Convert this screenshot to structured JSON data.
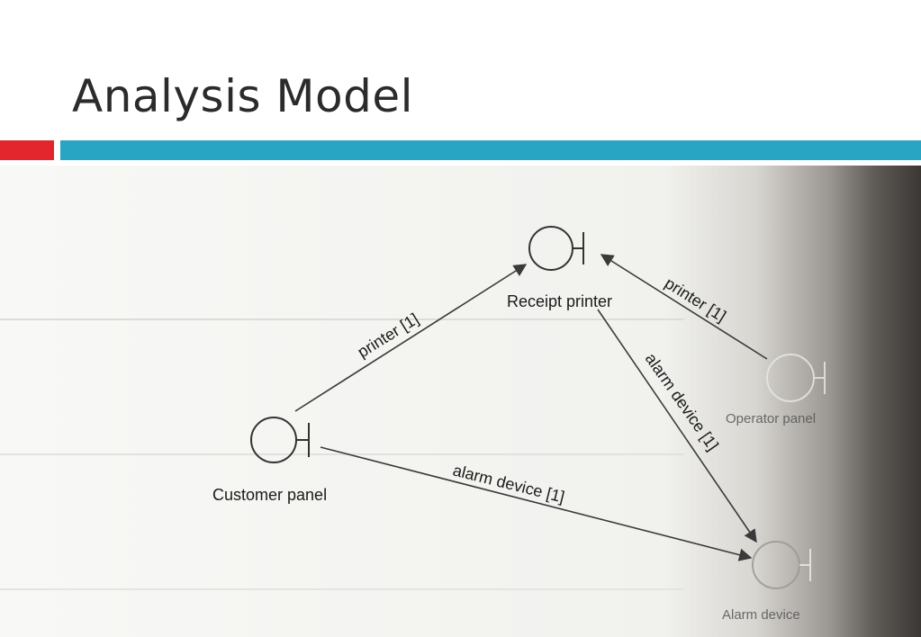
{
  "slide": {
    "title": "Analysis Model",
    "colors": {
      "accent_red": "#e3262d",
      "accent_blue": "#27a5c2",
      "title_text": "#2b2b2b"
    }
  },
  "diagram": {
    "objects": {
      "receipt_printer": "Receipt printer",
      "customer_panel": "Customer panel",
      "operator_panel": "Operator panel",
      "alarm_device": "Alarm device"
    },
    "links": {
      "customer_to_printer": "printer [1]",
      "operator_to_printer": "printer [1]",
      "printer_to_alarm": "alarm device [1]",
      "customer_to_alarm": "alarm device [1]"
    }
  }
}
